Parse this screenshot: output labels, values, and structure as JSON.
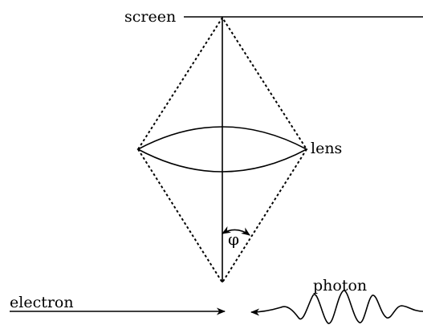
{
  "labels": {
    "screen": "screen",
    "lens": "lens",
    "angle": "φ",
    "electron": "electron",
    "photon": "photon"
  },
  "colors": {
    "ink": "#000000",
    "background": "#ffffff"
  }
}
